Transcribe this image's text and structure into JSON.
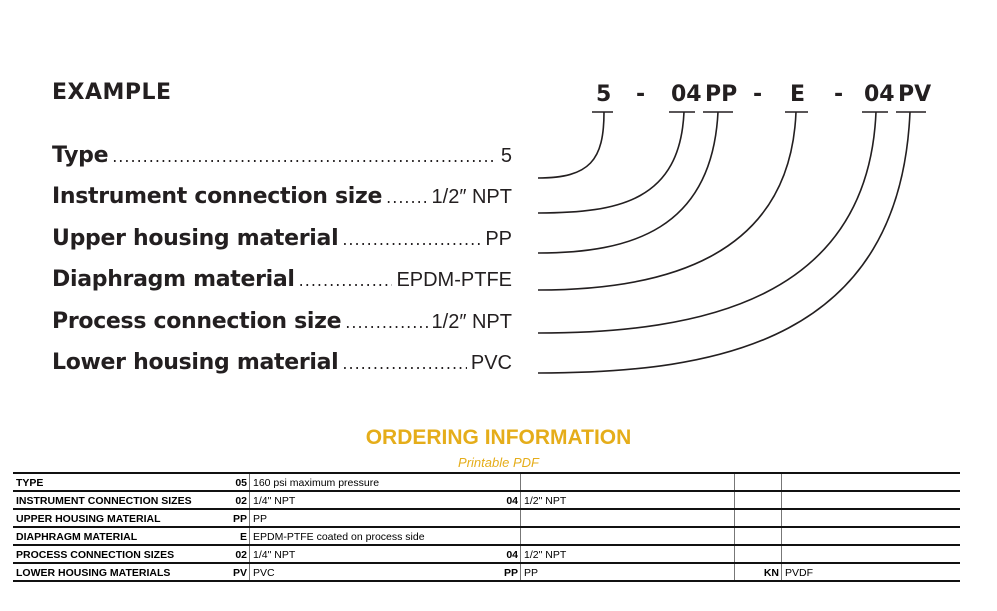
{
  "example": {
    "label": "EXAMPLE",
    "code": [
      "5",
      "-",
      "04",
      "PP",
      "-",
      "E",
      "-",
      "04",
      "PV"
    ]
  },
  "breakdown": [
    {
      "label": "Type",
      "value": "5"
    },
    {
      "label": "Instrument connection size",
      "value": "1/2″ NPT"
    },
    {
      "label": "Upper housing material",
      "value": "PP"
    },
    {
      "label": "Diaphragm material",
      "value": "EPDM-PTFE"
    },
    {
      "label": "Process connection size",
      "value": "1/2″ NPT"
    },
    {
      "label": "Lower housing material",
      "value": "PVC"
    }
  ],
  "ordering": {
    "title": "ORDERING INFORMATION",
    "pdf_link": "Printable PDF",
    "rows": [
      {
        "category": "TYPE",
        "c1": "05",
        "d1": "160 psi maximum pressure",
        "c2": "",
        "d2": "",
        "c3": "",
        "d3": ""
      },
      {
        "category": "INSTRUMENT CONNECTION SIZES",
        "c1": "02",
        "d1": "1/4\" NPT",
        "c2": "04",
        "d2": "1/2\" NPT",
        "c3": "",
        "d3": ""
      },
      {
        "category": "UPPER HOUSING MATERIAL",
        "c1": "PP",
        "d1": "PP",
        "c2": "",
        "d2": "",
        "c3": "",
        "d3": ""
      },
      {
        "category": "DIAPHRAGM MATERIAL",
        "c1": "E",
        "d1": "EPDM-PTFE coated on process side",
        "c2": "",
        "d2": "",
        "c3": "",
        "d3": ""
      },
      {
        "category": "PROCESS CONNECTION SIZES",
        "c1": "02",
        "d1": "1/4\" NPT",
        "c2": "04",
        "d2": "1/2\" NPT",
        "c3": "",
        "d3": ""
      },
      {
        "category": "LOWER HOUSING MATERIALS",
        "c1": "PV",
        "d1": "PVC",
        "c2": "PP",
        "d2": "PP",
        "c3": "KN",
        "d3": "PVDF"
      }
    ]
  }
}
